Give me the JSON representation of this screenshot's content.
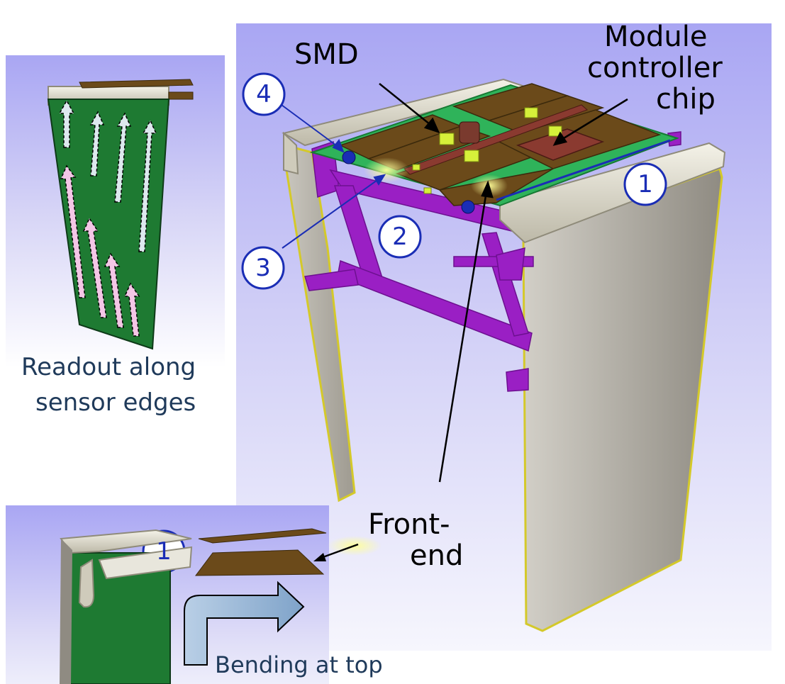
{
  "labels": {
    "smd": "SMD",
    "module_controller_line1": "Module",
    "module_controller_line2": "controller",
    "module_controller_line3": "chip",
    "front_end_line1": "Front-",
    "front_end_line2": "end",
    "readout_line1": "Readout along",
    "readout_line2": "sensor edges",
    "bending": "Bending at top"
  },
  "callouts": {
    "n1_main": "1",
    "n2": "2",
    "n3": "3",
    "n4": "4",
    "n1_inset": "1"
  },
  "colors": {
    "background_top": "#a9a6f3",
    "callout_blue": "#1a2db5",
    "support_magenta": "#9a1fc4",
    "board_brown": "#6b4a1a",
    "sensor_gray": "#a8a49a",
    "pcb_green": "#1e7a32",
    "caption_text": "#1f3a5a"
  }
}
